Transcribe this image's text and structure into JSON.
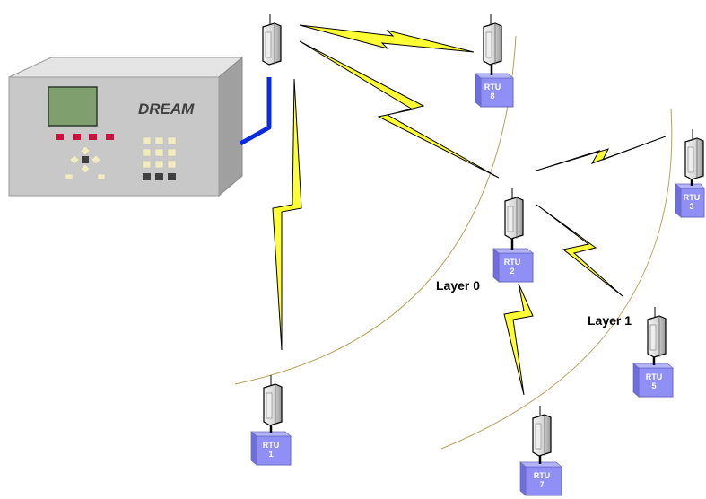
{
  "controller": {
    "brand": "DREAM"
  },
  "layers": [
    {
      "label": "Layer 0"
    },
    {
      "label": "Layer 1"
    }
  ],
  "rtus": [
    {
      "line1": "RTU",
      "line2": "8"
    },
    {
      "line1": "RTU",
      "line2": "3"
    },
    {
      "line1": "RTU",
      "line2": "2"
    },
    {
      "line1": "RTU",
      "line2": "5"
    },
    {
      "line1": "RTU",
      "line2": "1"
    },
    {
      "line1": "RTU",
      "line2": "7"
    }
  ],
  "colors": {
    "rtu_box": "#8f8ff5",
    "controller_body": "#c8c8c8",
    "controller_top": "#e4e4e4",
    "controller_side": "#a0a0a0",
    "screen": "#7f9f6f",
    "cable": "#0a2be0",
    "radio_link": "#ffff33",
    "layer_arc": "#b5a05a",
    "button_red": "#c8143c",
    "button_cream": "#f0ecc0",
    "button_dark": "#404040"
  }
}
